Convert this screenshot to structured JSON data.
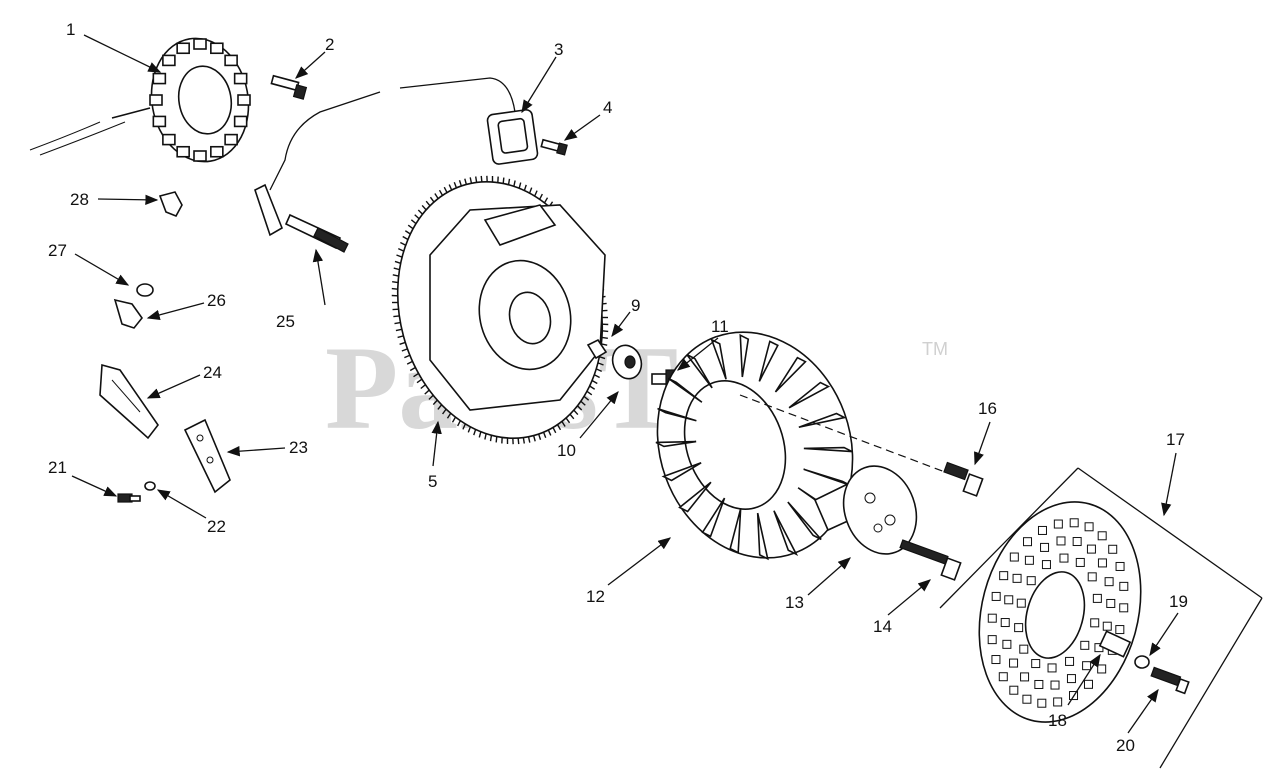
{
  "watermark": {
    "text": "PartsTree",
    "trademark": "TM"
  },
  "callouts": [
    {
      "id": "1",
      "text": "1"
    },
    {
      "id": "2",
      "text": "2"
    },
    {
      "id": "3",
      "text": "3"
    },
    {
      "id": "4",
      "text": "4"
    },
    {
      "id": "5",
      "text": "5"
    },
    {
      "id": "9",
      "text": "9"
    },
    {
      "id": "10",
      "text": "10"
    },
    {
      "id": "11",
      "text": "11"
    },
    {
      "id": "12",
      "text": "12"
    },
    {
      "id": "13",
      "text": "13"
    },
    {
      "id": "14",
      "text": "14"
    },
    {
      "id": "16",
      "text": "16"
    },
    {
      "id": "17",
      "text": "17"
    },
    {
      "id": "18",
      "text": "18"
    },
    {
      "id": "19",
      "text": "19"
    },
    {
      "id": "20",
      "text": "20"
    },
    {
      "id": "21",
      "text": "21"
    },
    {
      "id": "22",
      "text": "22"
    },
    {
      "id": "23",
      "text": "23"
    },
    {
      "id": "24",
      "text": "24"
    },
    {
      "id": "25",
      "text": "25"
    },
    {
      "id": "26",
      "text": "26"
    },
    {
      "id": "27",
      "text": "27"
    },
    {
      "id": "28",
      "text": "28"
    }
  ]
}
